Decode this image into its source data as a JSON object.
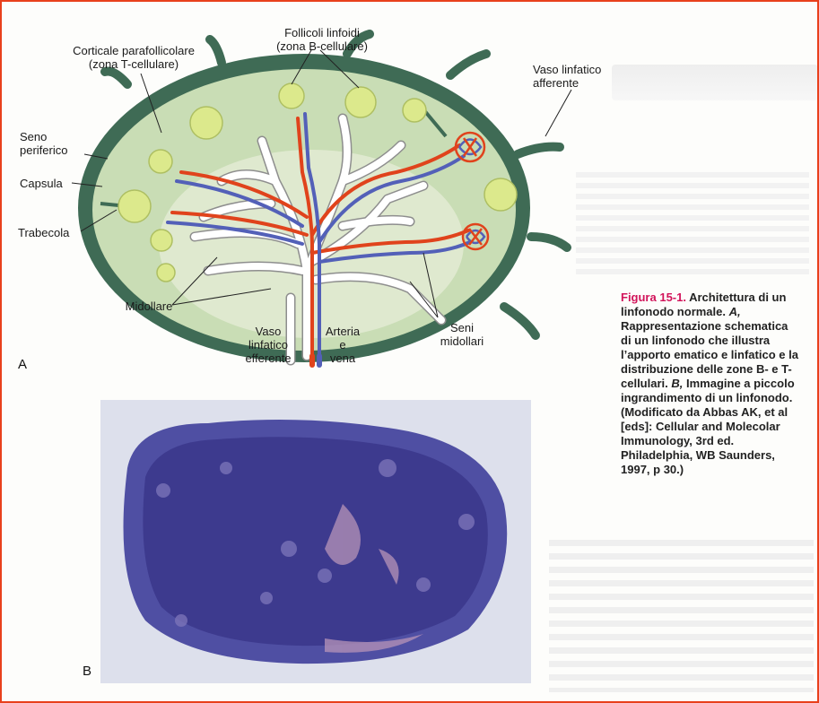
{
  "diagram": {
    "labels": {
      "follicoli": "Follicoli linfoidi\n(zona B-cellulare)",
      "corticale": "Corticale parafollicolare\n(zona T-cellulare)",
      "vaso_afferente": "Vaso linfatico\nafferente",
      "seno_periferico": "Seno\nperiferico",
      "capsula": "Capsula",
      "trabecola": "Trabecola",
      "midollare": "Midollare",
      "vaso_efferente": "Vaso\nlinfatico\nefferente",
      "arteria_vena": "Arteria\ne\nvena",
      "seni_midollari": "Seni\nmidollari"
    },
    "panel_a": "A",
    "panel_b": "B"
  },
  "caption": {
    "figure_label": "Figura 15-1.",
    "title": " Architettura di un linfonodo normale.",
    "a_letter": "A,",
    "a_text": " Rappresentazione schematica di un linfonodo che illustra l’apporto ematico e linfatico e la distribuzione delle zone B- e T-cellulari.",
    "b_letter": "B,",
    "b_text": " Immagine a piccolo ingrandimento di un linfonodo. (Modificato da Abbas AK, et al [eds]: Cellular and Molecolar Immunology, 3rd ed. Philadelphia, WB Saunders, 1997, p 30.)"
  },
  "colors": {
    "border": "#e8401c",
    "capsule": "#3f6b55",
    "cortex": "#c9ddb5",
    "follicle": "#dce98c",
    "artery": "#e0431c",
    "vein": "#5360b8",
    "sinus": "#ffffff",
    "caption_accent": "#d2145a"
  }
}
